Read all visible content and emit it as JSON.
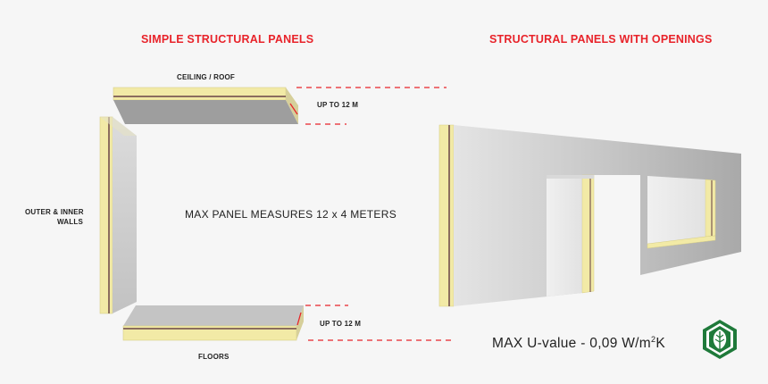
{
  "headings": {
    "left": "SIMPLE STRUCTURAL PANELS",
    "right": "STRUCTURAL PANELS WITH OPENINGS"
  },
  "labels": {
    "ceiling": "CEILING / ROOF",
    "up_to_top": "UP TO 12 M",
    "walls_line1": "OUTER & INNER",
    "walls_line2": "WALLS",
    "up_to_bottom": "UP TO 12 M",
    "floors": "FLOORS"
  },
  "center_note": "MAX PANEL MEASURES 12 x 4 METERS",
  "u_value": {
    "prefix": "MAX U-value - 0,09 W/m",
    "superscript": "2",
    "suffix": "K"
  },
  "colors": {
    "heading": "#e8232a",
    "insulation": "#f2eaa6",
    "panel_face": "#b9b9b9",
    "dash": "#e8232a",
    "logo_green": "#1f7a3a"
  },
  "icons": {
    "logo": "leaf-hexagon-logo-icon"
  }
}
